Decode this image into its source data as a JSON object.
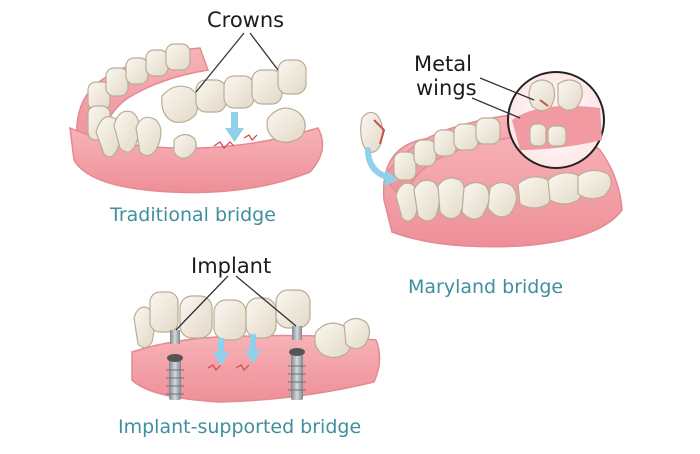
{
  "panels": {
    "traditional": {
      "caption": "Traditional bridge",
      "callout": "Crowns"
    },
    "maryland": {
      "caption": "Maryland bridge",
      "callout_line1": "Metal",
      "callout_line2": "wings"
    },
    "implant": {
      "caption": "Implant-supported bridge",
      "callout": "Implant"
    }
  },
  "colors": {
    "gum": "#f4a3a8",
    "gum_dark": "#e47c86",
    "tooth": "#f6f1e6",
    "tooth_shadow": "#d9cfbd",
    "arrow": "#8fd0ea",
    "caption": "#3f8f9e",
    "implant_metal": "#9aa0a6"
  }
}
